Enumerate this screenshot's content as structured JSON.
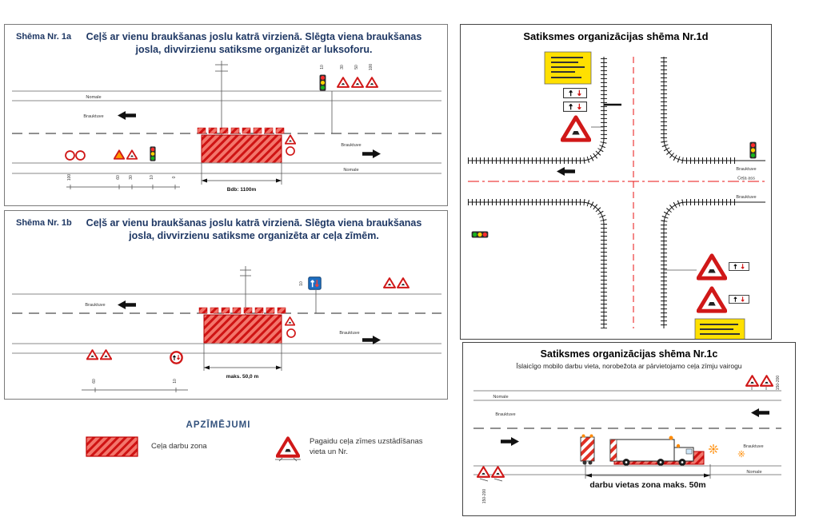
{
  "panel_1a": {
    "code": "Shēma Nr. 1a",
    "title": "Ceļš ar vienu braukšanas joslu katrā virzienā. Slēgta viena braukšanas josla, divvirzienu satiksme organizēt ar luksoforu.",
    "label_nomale_top": "Nomale",
    "label_brauktuve_left": "Brauktuve",
    "label_brauktuve_right": "Brauktuve",
    "label_nomale_bottom": "Nomale",
    "dimension": "Bdb: 1100m",
    "ticks_left": [
      "100",
      "60",
      "30",
      "10",
      "0"
    ],
    "ticks_right": [
      "10",
      "30",
      "50",
      "100"
    ]
  },
  "panel_1b": {
    "code": "Shēma Nr. 1b",
    "title": "Ceļš ar vienu braukšanas joslu katrā virzienā. Slēgta viena braukšanas josla, divvirzienu satiksme organizēta ar ceļa zīmēm.",
    "label_brauktuve_left": "Brauktuve",
    "label_brauktuve_right": "Brauktuve",
    "dimension": "maks. 50,0 m",
    "ticks_left": [
      "60",
      "10"
    ],
    "tick_top": "10"
  },
  "panel_1d": {
    "title": "Satiksmes organizācijas shēma Nr.1d",
    "label_brauktuve_top": "Brauktuve",
    "label_cela_ass": "Ceļa ass",
    "label_brauktuve_bottom": "Brauktuve"
  },
  "panel_1c": {
    "title": "Satiksmes organizācijas shēma Nr.1c",
    "subtitle": "Īslaicīgo mobilo darbu vieta, norobežota ar pārvietojamo ceļa zīmju vairogu",
    "label_nomale_top": "Nomale",
    "label_brauktuve_top": "Brauktuve",
    "label_brauktuve_right": "Brauktuve",
    "label_nomale_bottom": "Nomale",
    "dimension": "darbu vietas zona maks. 50m",
    "tick_left": "150-200",
    "tick_right": "150-200"
  },
  "legend": {
    "title": "APZĪMĒJUMI",
    "item_zone": "Ceļa darbu zona",
    "item_sign_line1": "Pagaidu ceļa zīmes uzstādīšanas",
    "item_sign_line2": "vieta un Nr."
  },
  "colors": {
    "accent_navy": "#1f3864",
    "work_zone_red": "#e8413c",
    "hatch_red": "#cf1313",
    "sign_border_red": "#d01818",
    "blue_sign": "#1c6ec2",
    "yellow_plate": "#ffe000",
    "signal_red": "#ff2d2d",
    "signal_yellow": "#ffd400",
    "signal_green": "#17b31b",
    "road_axis_red": "#e81212"
  },
  "icons": {
    "warning-triangle-sign": "triangle outline red/white",
    "round-sign": "circle red ring",
    "oncoming-priority-sign": "circle with up/down arrows",
    "blue-priority-sign": "blue square with white/red arrows",
    "traffic-light": "three colored lamps",
    "direction-arrow": "solid black arrow",
    "work-zone": "red diagonal hatch",
    "truck": "side view box truck",
    "beacon-burst": "orange flash"
  }
}
